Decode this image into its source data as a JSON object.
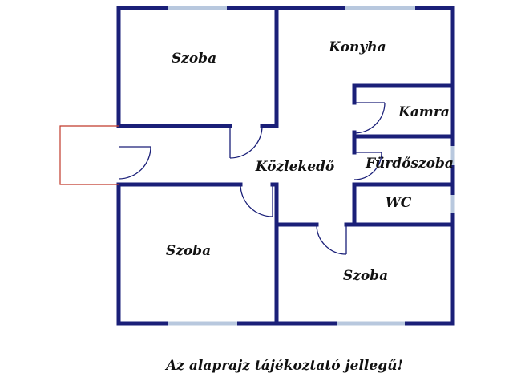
{
  "rooms": {
    "szoba_top_left": "Szoba",
    "konyha": "Konyha",
    "kamra": "Kamra",
    "kozlekedo": "Közlekedő",
    "furdoszoba": "Fürdőszoba",
    "wc": "WC",
    "szoba_bottom_left": "Szoba",
    "szoba_bottom_right": "Szoba"
  },
  "note": "Az alaprajz tájékoztató jellegű!",
  "colors": {
    "wall": "#1a1f78",
    "window": "#b8c8de",
    "porch": "#c0392b"
  }
}
